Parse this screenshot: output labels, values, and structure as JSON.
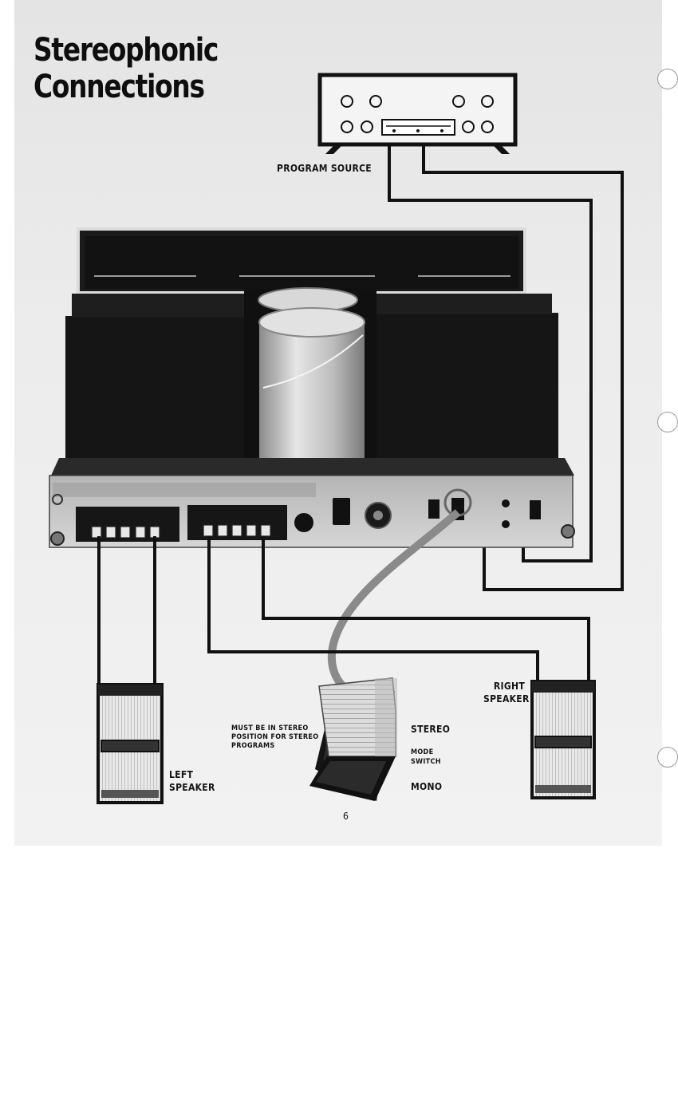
{
  "document": {
    "title_line1": "Stereophonic",
    "title_line2": "Connections",
    "page_number": "6"
  },
  "labels": {
    "program_source": "PROGRAM SOURCE",
    "right_speaker": "RIGHT SPEAKER",
    "left_speaker": "LEFT SPEAKER",
    "stereo_note": "MUST BE IN STEREO POSITION FOR STEREO PROGRAMS",
    "stereo": "STEREO",
    "mode_switch": "MODE SWITCH",
    "mono": "MONO"
  },
  "colors": {
    "ink": "#0e0e0e",
    "paper": "#ececec",
    "amplifier_body": "#141414",
    "capacitor": "#c9c9c9"
  }
}
